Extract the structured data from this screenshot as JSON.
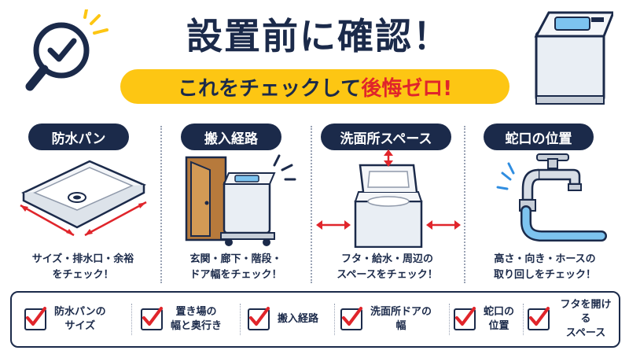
{
  "header": {
    "title": "設置前に確認！",
    "banner_prefix": "これをチェックして",
    "banner_accent": "後悔ゼロ!"
  },
  "sections": [
    {
      "label": "防水パン",
      "caption_line1": "サイズ・排水口・余裕",
      "caption_line2": "をチェック！"
    },
    {
      "label": "搬入経路",
      "caption_line1": "玄関・廊下・階段・",
      "caption_line2": "ドア幅をチェック！"
    },
    {
      "label": "洗面所スペース",
      "caption_line1": "フタ・給水・周辺の",
      "caption_line2": "スペースをチェック！"
    },
    {
      "label": "蛇口の位置",
      "caption_line1": "高さ・向き・ホースの",
      "caption_line2": "取り回しをチェック！"
    }
  ],
  "checklist": [
    {
      "line1": "防水パンの",
      "line2": "サイズ"
    },
    {
      "line1": "置き場の",
      "line2": "幅と奥行き"
    },
    {
      "line1": "搬入経路",
      "line2": ""
    },
    {
      "line1": "洗面所ドアの",
      "line2": "幅"
    },
    {
      "line1": "蛇口の",
      "line2": "位置"
    },
    {
      "line1": "フタを開ける",
      "line2": "スペース"
    }
  ],
  "colors": {
    "navy": "#1b2a4a",
    "yellow": "#fdc613",
    "red": "#e0252b",
    "blue": "#2f8de0"
  }
}
